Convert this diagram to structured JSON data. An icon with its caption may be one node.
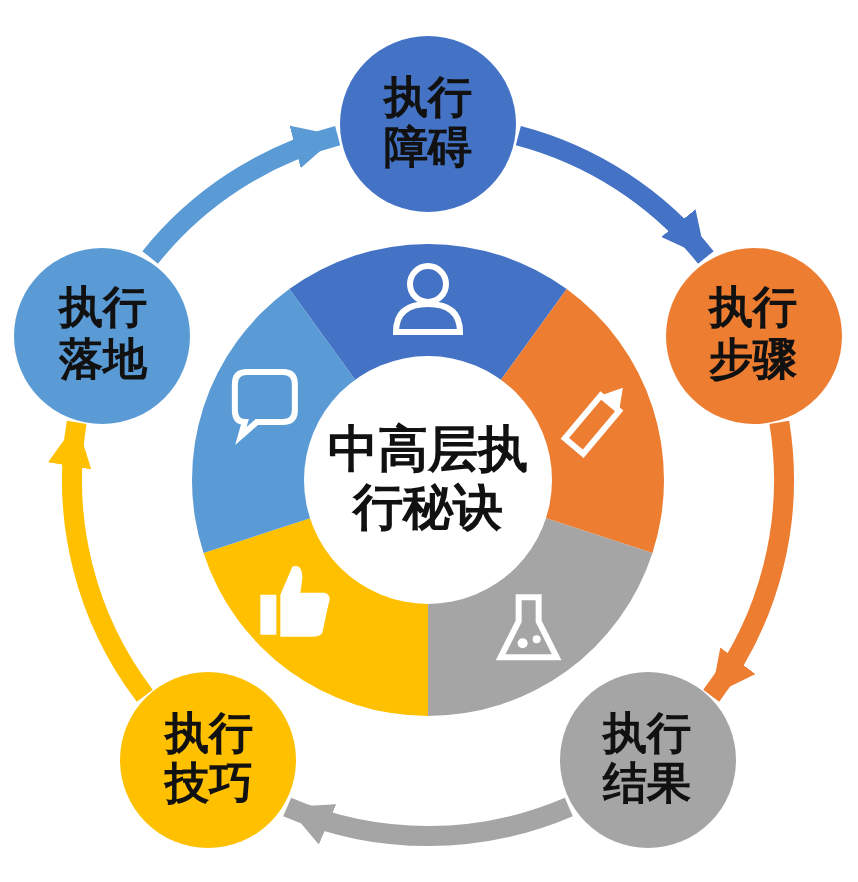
{
  "diagram": {
    "nodes": [
      {
        "text": [
          "执行障碍"
        ]
      },
      {
        "text": [
          "执行步骤"
        ]
      },
      {
        "text": [
          "执行结果"
        ]
      },
      {
        "text": [
          "执行技巧"
        ]
      },
      {
        "text": [
          "执行落地"
        ]
      },
      {
        "text": [
          "中高层执行秘诀"
        ]
      }
    ],
    "edges": [
      {
        "from": 0,
        "to": 1,
        "arrow": "to",
        "color": "#4472c4"
      },
      {
        "from": 1,
        "to": 2,
        "arrow": "to",
        "color": "#ed7d31"
      },
      {
        "from": 2,
        "to": 3,
        "arrow": "to",
        "color": "#a5a5a5"
      },
      {
        "from": 3,
        "to": 4,
        "arrow": "to",
        "color": "#ffc000"
      },
      {
        "from": 4,
        "to": 0,
        "arrow": "to",
        "color": "#5b9bd5"
      }
    ]
  }
}
